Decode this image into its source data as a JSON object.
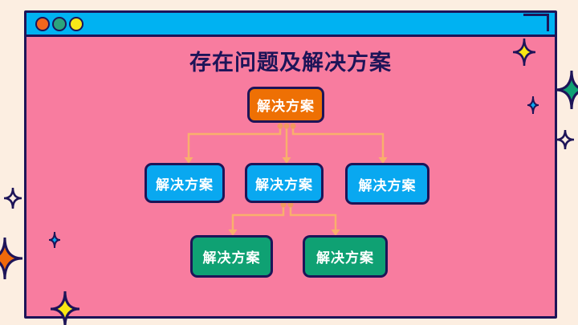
{
  "window": {
    "title": "存在问题及解决方案",
    "controls": [
      {
        "id": "red",
        "color": "#F2661B"
      },
      {
        "id": "green",
        "color": "#2CA47C"
      },
      {
        "id": "yellow",
        "color": "#F6E719"
      }
    ]
  },
  "diagram": {
    "type": "org-chart",
    "root": {
      "label": "解决方案",
      "color": "#EE7004"
    },
    "level2": [
      {
        "label": "解决方案",
        "color": "#09A8F0"
      },
      {
        "label": "解决方案",
        "color": "#09A8F0"
      },
      {
        "label": "解决方案",
        "color": "#09A8F0"
      }
    ],
    "level3": [
      {
        "label": "解决方案",
        "color": "#0FA173"
      },
      {
        "label": "解决方案",
        "color": "#0FA173"
      }
    ],
    "connector_color": "#F9B06C"
  },
  "colors": {
    "page_background": "#FCEEE1",
    "window_body": "#F87C9F",
    "titlebar": "#00B2F2",
    "outline": "#1D1458",
    "node_text": "#FFFFFF"
  },
  "decorations": {
    "stars": [
      {
        "name": "star-yellow-top-right",
        "color": "#F8E713"
      },
      {
        "name": "star-green-right-edge",
        "color": "#0FA173"
      },
      {
        "name": "star-cyan-small-right",
        "color": "#09A8F0"
      },
      {
        "name": "star-outline-right",
        "color": "#FCEEE1"
      },
      {
        "name": "star-outline-left",
        "color": "#FCEEE1"
      },
      {
        "name": "star-orange-left-edge",
        "color": "#F0690A"
      },
      {
        "name": "star-cyan-small-left",
        "color": "#09A8F0"
      },
      {
        "name": "star-yellow-bottom-left",
        "color": "#F8E713"
      }
    ]
  }
}
